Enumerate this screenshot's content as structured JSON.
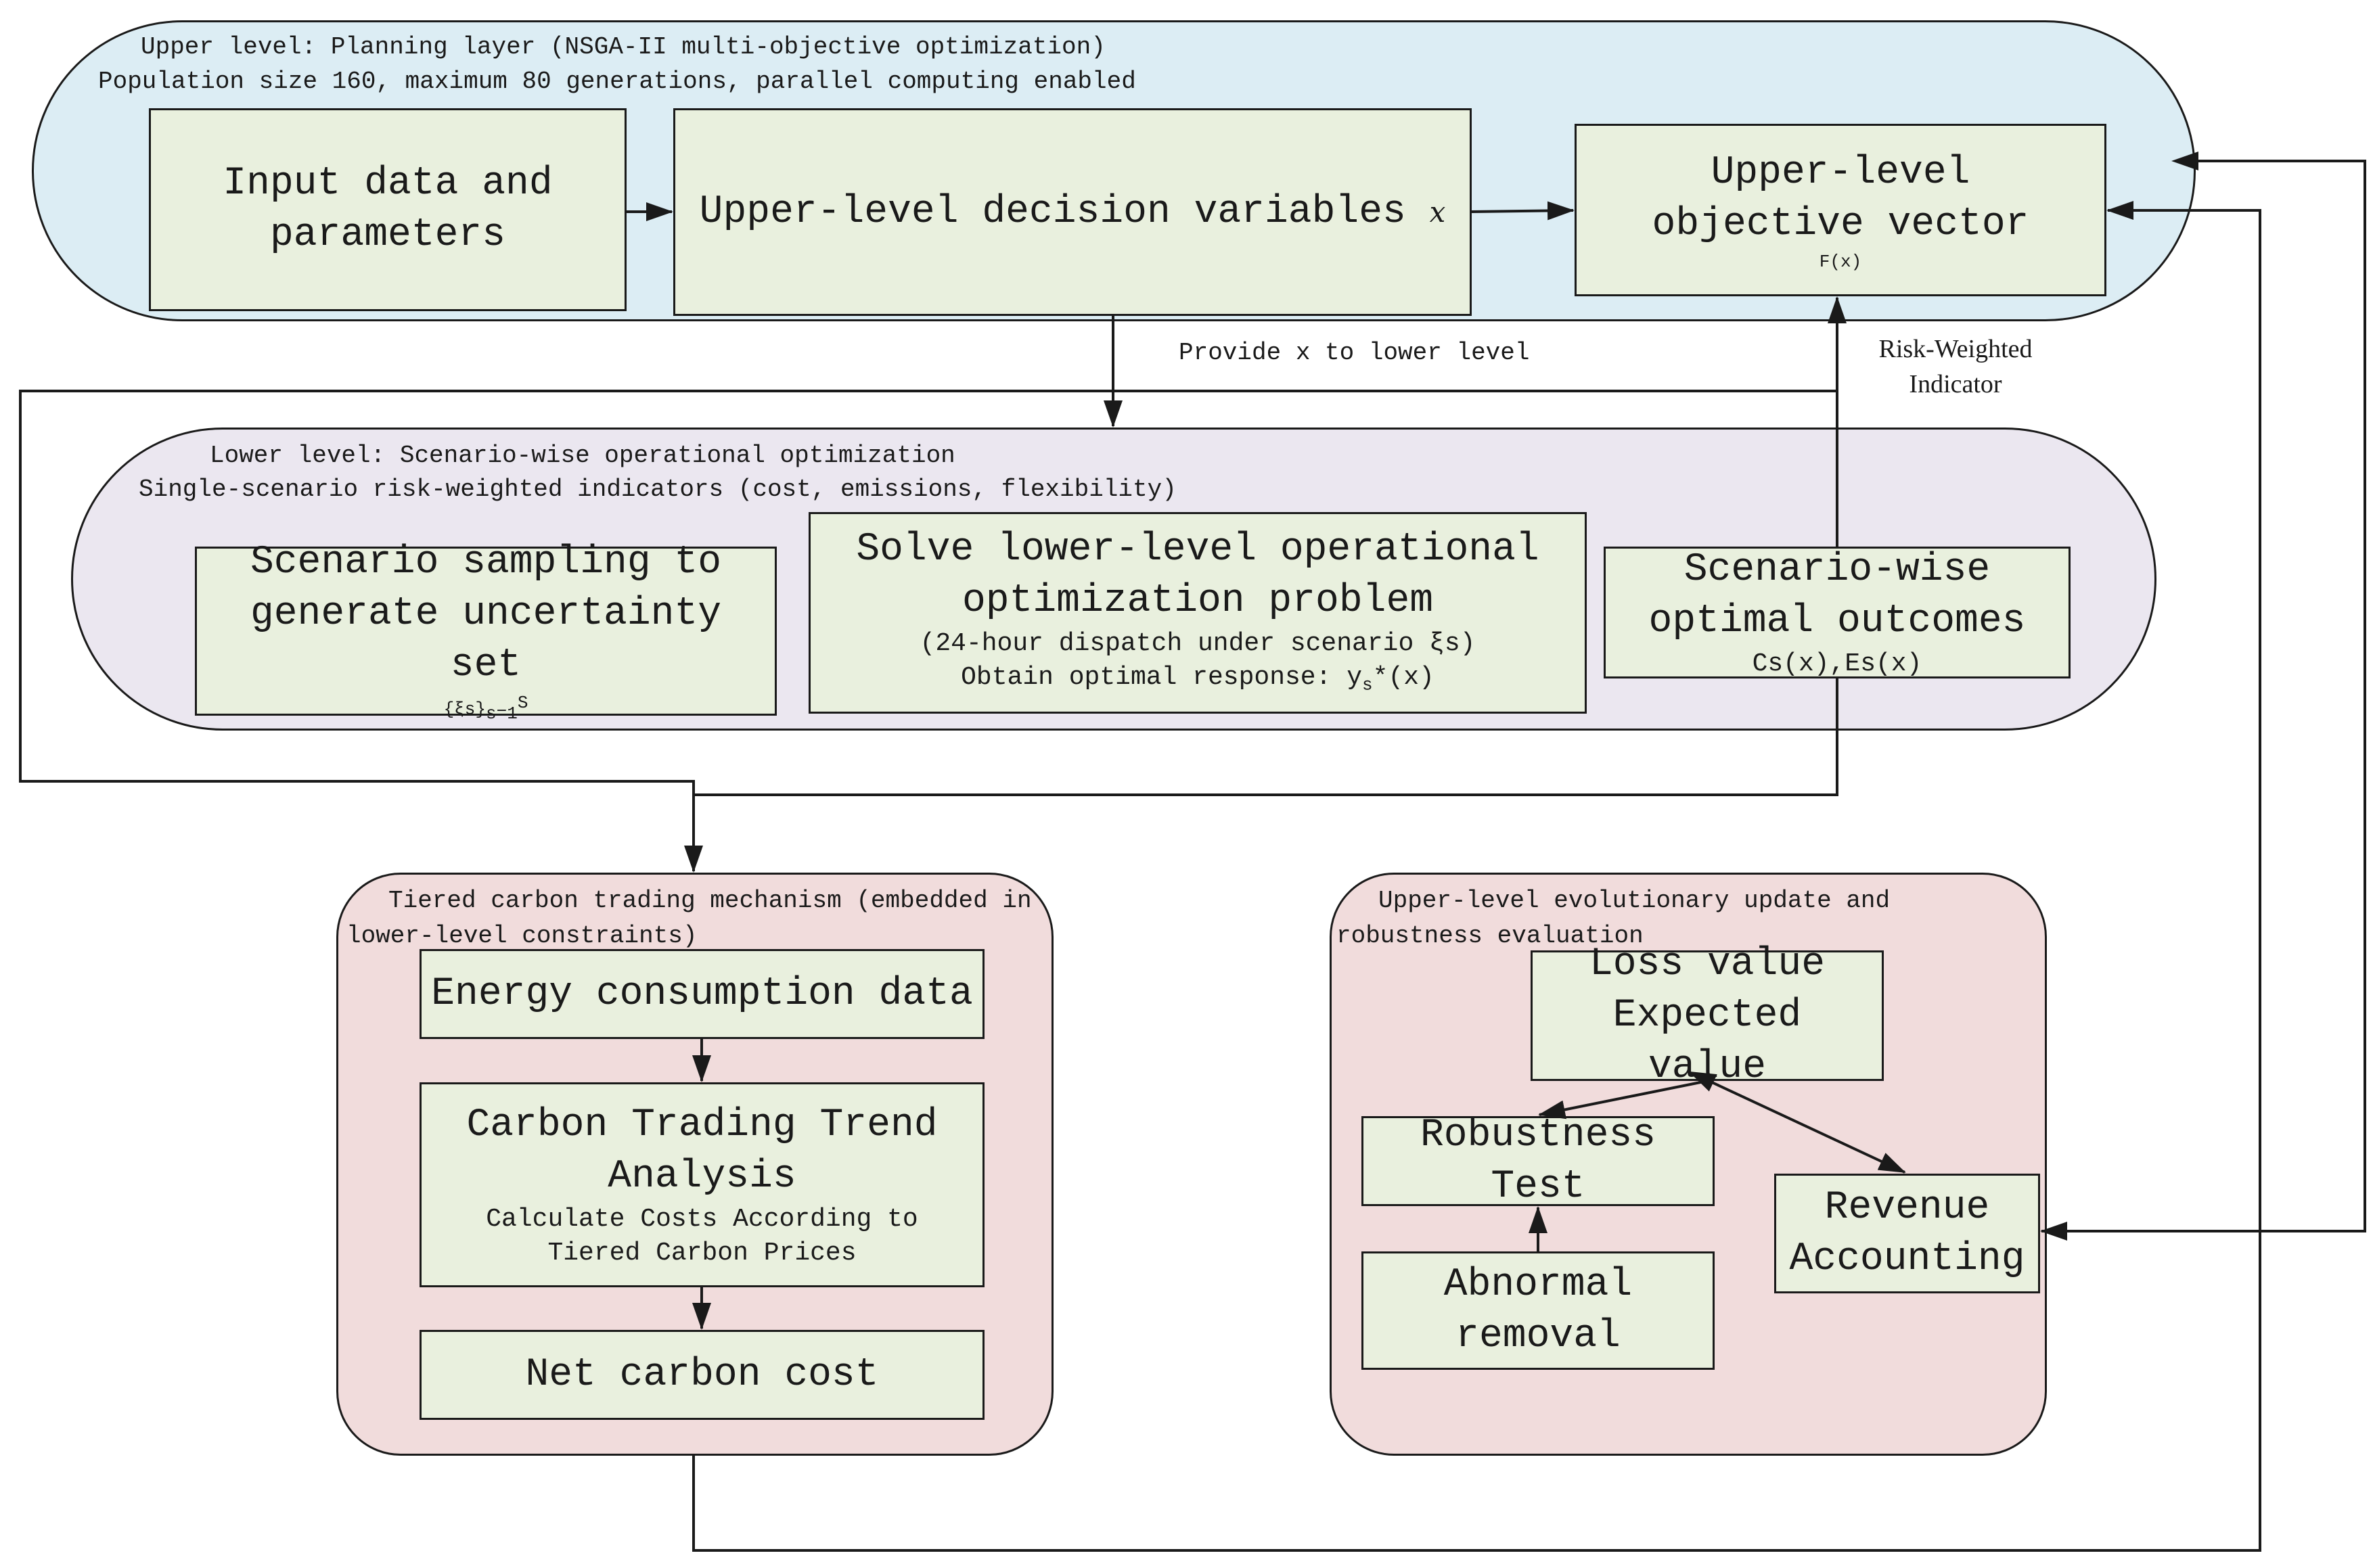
{
  "upper_layer": {
    "title": "Upper level: Planning layer (NSGA-II multi-objective optimization)",
    "subtitle": "Population size 160, maximum 80 generations, parallel computing enabled",
    "input_box": "Input data and parameters",
    "decision_box": "Upper-level decision variables",
    "decision_var": "x",
    "objective_box": "Upper-level objective vector",
    "objective_expr": "F(x)"
  },
  "edge_labels": {
    "provide_x": "Provide x to lower level",
    "risk_weighted": "Risk-Weighted Indicator"
  },
  "lower_layer": {
    "title": "Lower level: Scenario-wise operational optimization",
    "subtitle": "Single-scenario risk-weighted indicators (cost, emissions, flexibility)",
    "sampling_box": "Scenario sampling to generate uncertainty set",
    "sampling_set": "{ξs}",
    "sampling_sub": "s=1",
    "sampling_sup": "S",
    "solve_box": "Solve lower-level operational optimization problem",
    "solve_detail": "(24-hour dispatch under scenario ξs)",
    "solve_response_pre": "Obtain optimal response: y",
    "solve_response_sub": "s",
    "solve_response_post": "*(x)",
    "outcomes_box": "Scenario-wise optimal outcomes",
    "outcomes_expr": "Cs(x),Es(x)"
  },
  "carbon_region": {
    "title": "Tiered carbon trading mechanism (embedded in lower-level constraints)",
    "energy_box": "Energy consumption data",
    "trend_box": "Carbon Trading Trend Analysis",
    "trend_detail": "Calculate Costs According to Tiered Carbon Prices",
    "net_box": "Net carbon cost"
  },
  "evolution_region": {
    "title": "Upper-level evolutionary update and robustness evaluation",
    "loss_box": "Loss value Expected value",
    "robust_box": "Robustness Test",
    "revenue_box": "Revenue Accounting",
    "abnormal_box": "Abnormal removal"
  },
  "colors": {
    "upper_fill": "#dcedf4",
    "lower_fill": "#ebe7f0",
    "region_fill": "#f1dcdc",
    "box_fill": "#e9f0de",
    "line": "#1a1a1a"
  }
}
